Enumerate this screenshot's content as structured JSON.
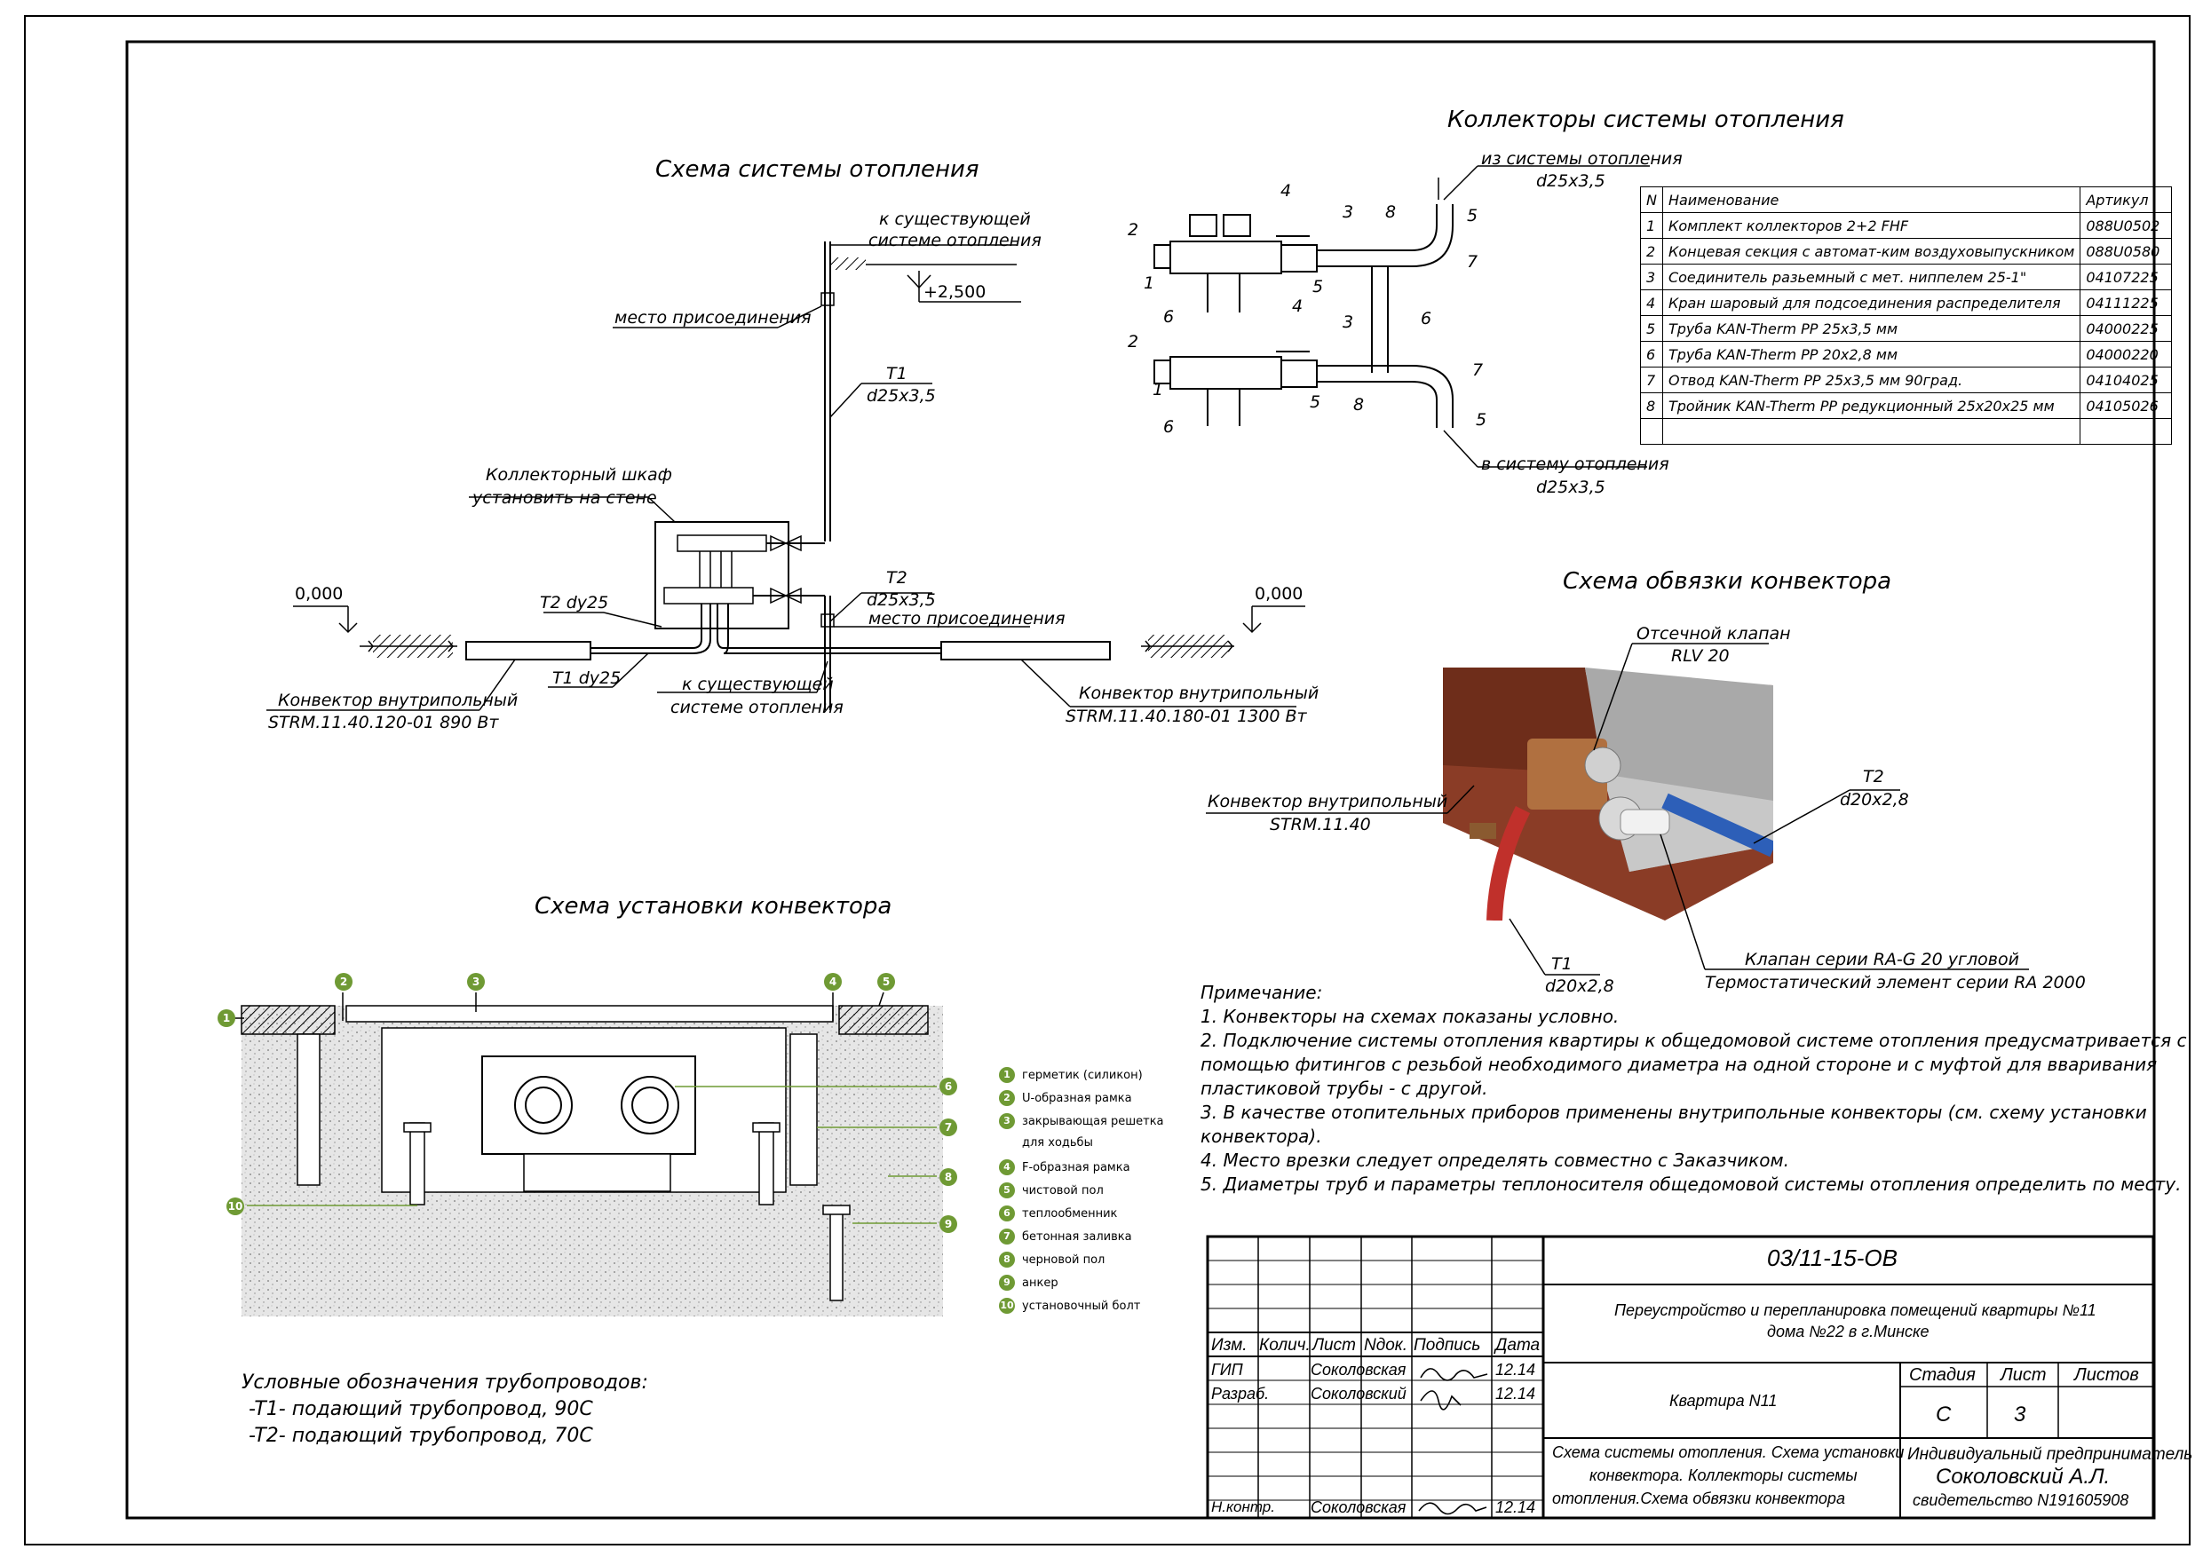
{
  "titles": {
    "heating_scheme": "Схема системы отопления",
    "collectors": "Коллекторы системы отопления",
    "installation": "Схема установки конвектора",
    "binding": "Схема обвязки конвектора"
  },
  "heating_scheme": {
    "to_existing_top": [
      "к существующей",
      "системе отопления"
    ],
    "elev_top": "+2,500",
    "connection_point_top": "место присоединения",
    "t1": "T1",
    "t1_d": "d25x3,5",
    "cabinet": [
      "Коллекторный шкаф",
      "установить на стене"
    ],
    "t2": "T2",
    "t2_d": "d25x3,5",
    "connection_point_bottom": "место присоединения",
    "elev_left": "0,000",
    "elev_right": "0,000",
    "t2_dy": "T2 dy25",
    "t1_dy": "T1 dy25",
    "to_existing_bottom": [
      "к существующей",
      "системе отопления"
    ],
    "conv_left": [
      "Конвектор внутрипольный",
      "STRM.11.40.120-01     890 Вт"
    ],
    "conv_right": [
      "Конвектор внутрипольный",
      "STRM.11.40.180-01     1300 Вт"
    ]
  },
  "collectors": {
    "from_system": [
      "из системы отопления",
      "d25x3,5"
    ],
    "to_system": [
      "в систему отопления",
      "d25x3,5"
    ],
    "callouts": [
      "1",
      "2",
      "3",
      "4",
      "5",
      "6",
      "7",
      "8"
    ]
  },
  "spec_table": {
    "header": [
      "N",
      "Наименование",
      "Артикул"
    ],
    "rows": [
      [
        "1",
        "Комплект коллекторов 2+2 FHF",
        "088U0502"
      ],
      [
        "2",
        "Концевая секция с автомат-ким воздуховыпускником",
        "088U0580"
      ],
      [
        "3",
        "Соединитель разьемный с мет. ниппелем 25-1\"",
        "04107225"
      ],
      [
        "4",
        "Кран шаровый для подсоединения распределителя",
        "04111225"
      ],
      [
        "5",
        "Труба KAN-Therm PP 25x3,5  мм",
        "04000225"
      ],
      [
        "6",
        "Труба KAN-Therm PP 20x2,8  мм",
        "04000220"
      ],
      [
        "7",
        "Отвод KAN-Therm PP 25x3,5  мм 90град.",
        "04104025"
      ],
      [
        "8",
        "Тройник KAN-Therm PP редукционный 25x20x25  мм",
        "04105026"
      ]
    ]
  },
  "binding": {
    "valve": [
      "Отсечной клапан",
      "RLV 20"
    ],
    "convector": [
      "Конвектор внутрипольный",
      "STRM.11.40"
    ],
    "t2": [
      "T2",
      "d20x2,8"
    ],
    "t1": [
      "T1",
      "d20x2,8"
    ],
    "ra_valve": [
      "Клапан серии RA-G 20 угловой",
      "Термостатический элемент серии RA 2000"
    ]
  },
  "installation": {
    "legend": [
      {
        "n": "1",
        "text": "герметик (силикон)"
      },
      {
        "n": "2",
        "text": "U-образная рамка"
      },
      {
        "n": "3",
        "text": "закрывающая решетка"
      },
      {
        "n": "",
        "text": "для ходьбы"
      },
      {
        "n": "4",
        "text": "F-образная рамка"
      },
      {
        "n": "5",
        "text": "чистовой пол"
      },
      {
        "n": "6",
        "text": "теплообменник"
      },
      {
        "n": "7",
        "text": "бетонная заливка"
      },
      {
        "n": "8",
        "text": "черновой пол"
      },
      {
        "n": "9",
        "text": "анкер"
      },
      {
        "n": "10",
        "text": "установочный болт"
      }
    ],
    "pipe_legend": [
      "Условные обозначения трубопроводов:",
      "-T1-  подающий трубопровод, 90C",
      "-T2-  подающий трубопровод, 70C"
    ]
  },
  "notes": [
    "Примечание:",
    "1.  Конвекторы на схемах показаны условно.",
    "2.  Подключение системы отопления квартиры к общедомовой системе отопления предусматривается с",
    "помощью фитингов с резьбой необходимого диаметра на одной стороне и с муфтой для вваривания",
    "пластиковой трубы - с другой.",
    "3.  В качестве отопительных приборов применены внутрипольные конвекторы (см. схему установки",
    "конвектора).",
    "4.  Место врезки следует определять совместно с Заказчиком.",
    "5.  Диаметры труб и параметры теплоносителя общедомовой системы отопления определить по месту."
  ],
  "stamp": {
    "code": "03/11-15-ОВ",
    "project": [
      "Переустройство и перепланировка помещений квартиры №11",
      "дома №22  в г.Минске"
    ],
    "col_headers": [
      "Изм.",
      "Колич.",
      "Лист",
      "Nдок.",
      "Подпись",
      "Дата"
    ],
    "rows": [
      {
        "role": "ГИП",
        "name": "Соколовская",
        "date": "12.14"
      },
      {
        "role": "Разраб.",
        "name": "Соколовский",
        "date": "12.14"
      },
      {
        "role": "Н.контр.",
        "name": "Соколовская",
        "date": "12.14"
      }
    ],
    "object": "Квартира N11",
    "stage_headers": [
      "Стадия",
      "Лист",
      "Листов"
    ],
    "stage": "С",
    "sheet": "3",
    "sheets": "",
    "drawing_title": [
      "Схема системы отопления. Схема установки",
      "конвектора. Коллекторы системы",
      "отопления.Схема обвязки конвектора"
    ],
    "org": [
      "Индивидуальный предприниматель",
      "Соколовский А.Л.",
      "свидетельство N191605908"
    ]
  }
}
